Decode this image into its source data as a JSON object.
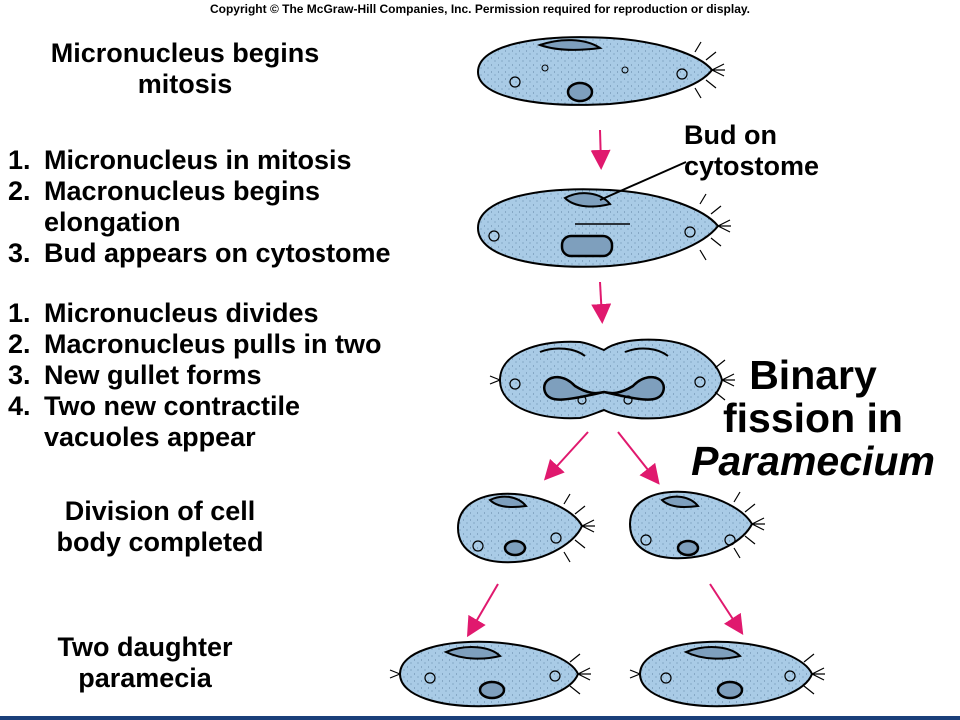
{
  "copyright": "Copyright © The McGraw-Hill Companies, Inc. Permission required for reproduction or display.",
  "title": {
    "line1": "Binary",
    "line2": "fission in",
    "line3": "Paramecium"
  },
  "callout": {
    "line1": "Bud on",
    "line2": "cytostome"
  },
  "stages": [
    {
      "title_lines": [
        "Micronucleus begins",
        "mitosis"
      ]
    },
    {
      "steps": [
        {
          "num": "1.",
          "text": "Micronucleus in mitosis"
        },
        {
          "num": "2.",
          "text": "Macronucleus begins elongation"
        },
        {
          "num": "3.",
          "text": "Bud appears on cytostome"
        }
      ]
    },
    {
      "steps": [
        {
          "num": "1.",
          "text": "Micronucleus divides"
        },
        {
          "num": "2.",
          "text": "Macronucleus pulls in two"
        },
        {
          "num": "3.",
          "text": "New gullet forms"
        },
        {
          "num": "4.",
          "text": "Two new contractile vacuoles appear"
        }
      ]
    },
    {
      "title_lines": [
        "Division of cell",
        "body completed"
      ]
    },
    {
      "title_lines": [
        "Two daughter",
        "paramecia"
      ]
    }
  ],
  "colors": {
    "cell_fill": "#a9cbe6",
    "arrow": "#e0196e",
    "bottom_bar": "#1a3f7a"
  }
}
